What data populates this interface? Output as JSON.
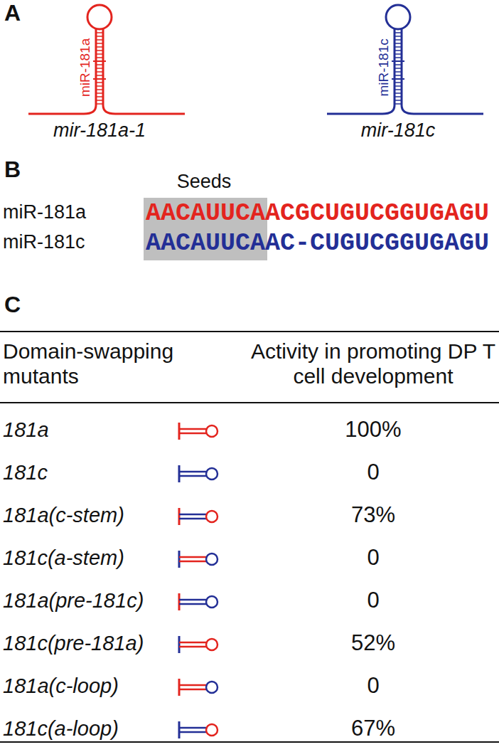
{
  "diagram": {
    "labels": [
      "A",
      "miR-181a",
      "mir-181a-1",
      "miR-181c",
      "mir-181c",
      "B",
      "Seeds",
      "miR-181a",
      "AACAUUCAACGCUGUCGGUGAGU",
      "miR-181c",
      "AACAUUCAAC-CUGUCGGUGAGU",
      "C",
      "Domain-swapping mutants",
      "Activity in promoting DP T cell development",
      "181a",
      "100%",
      "181c",
      "0",
      "181a(c-stem)",
      "73%",
      "181c(a-stem)",
      "0",
      "181a(pre-181c)",
      "0",
      "181c(pre-181a)",
      "52%",
      "181a(c-loop)",
      "0",
      "181c(a-loop)",
      "67%"
    ]
  }
}
